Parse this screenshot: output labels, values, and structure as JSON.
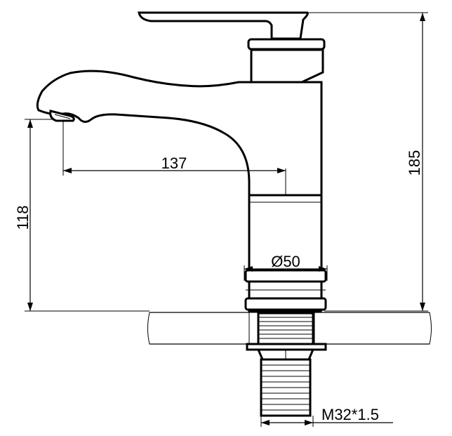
{
  "diagram": {
    "dimensions": {
      "spout_reach": "137",
      "spout_height": "118",
      "total_height": "185",
      "body_diameter": "Ø50",
      "thread": "M32*1.5"
    }
  }
}
